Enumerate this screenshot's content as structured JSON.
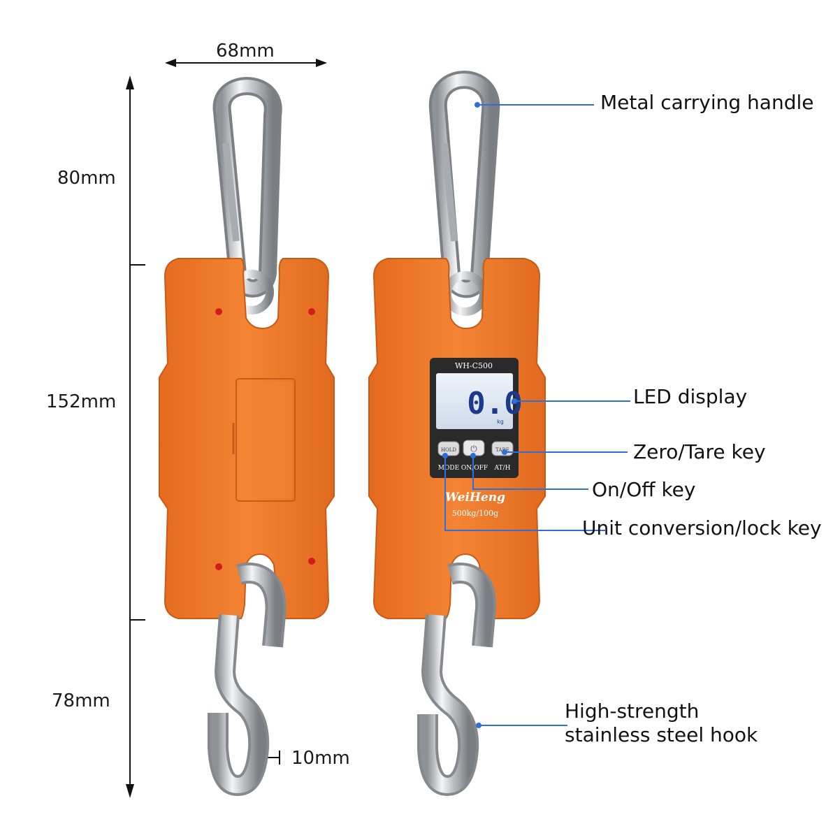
{
  "dimensions": {
    "width": "68mm",
    "handle_height": "80mm",
    "body_height": "152mm",
    "hook_height": "78mm",
    "hook_thickness": "10mm"
  },
  "callouts": {
    "handle": "Metal carrying handle",
    "display": "LED display",
    "tare_key": "Zero/Tare key",
    "onoff_key": "On/Off key",
    "unit_key": "Unit conversion/lock key",
    "hook_line1": "High-strength",
    "hook_line2": "stainless steel hook"
  },
  "device": {
    "model": "WH-C500",
    "reading": "0.0",
    "unit": "kg",
    "key_hold": "HOLD",
    "key_mode": "MODE",
    "key_onoff": "ON/OFF",
    "key_tare": "TARE",
    "key_ath": "AT/H",
    "brand": "WeiHeng",
    "capacity": "500kg/100g"
  },
  "colors": {
    "orange": "#f07a2c",
    "orange_dark": "#d9621b",
    "callout_line": "#2e6fd9",
    "lcd_bg": "#dfe9f4",
    "lcd_digits": "#1c3a8a"
  }
}
